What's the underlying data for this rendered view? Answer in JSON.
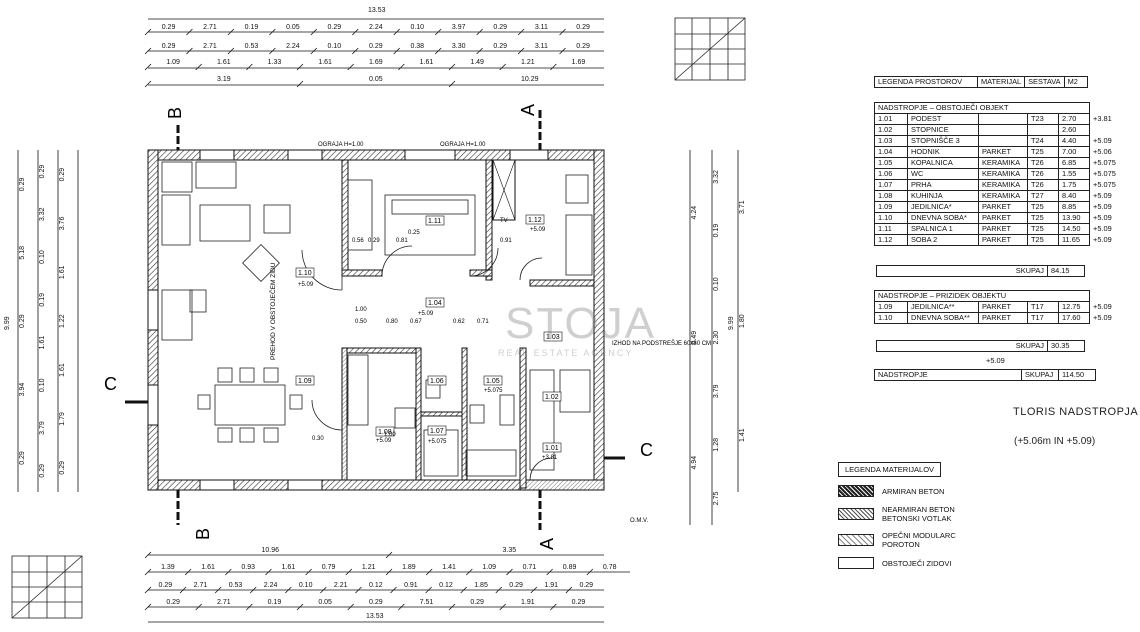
{
  "top_dims": {
    "overall": "13.53",
    "row1": [
      "0.29",
      "2.71",
      "0.19",
      "0.05",
      "0.29",
      "2.24",
      "0.10",
      "3.97",
      "0.29",
      "3.11",
      "0.29"
    ],
    "row2": [
      "0.29",
      "2.71",
      "0.53",
      "2.24",
      "0.10",
      "0.29",
      "0.38",
      "3.30",
      "0.29",
      "3.11",
      "0.29"
    ],
    "row3": [
      "1.09",
      "1.61",
      "1.33",
      "1.61",
      "1.69",
      "1.61",
      "1.49",
      "1.21",
      "1.69"
    ],
    "row4": [
      "3.19",
      "0.05",
      "10.29"
    ]
  },
  "bottom_dims": {
    "row1": [
      "10.96",
      "3.35"
    ],
    "row2": [
      "1.39",
      "1.61",
      "0.93",
      "1.61",
      "0.79",
      "1.21",
      "1.89",
      "1.41",
      "1.09",
      "0.71",
      "0.89",
      "0.78"
    ],
    "row3": [
      "0.29",
      "2.71",
      "0.53",
      "2.24",
      "0.10",
      "2.21",
      "0.12",
      "0.91",
      "0.12",
      "1.85",
      "0.29",
      "1.91",
      "0.29"
    ],
    "row4": [
      "0.29",
      "2.71",
      "0.19",
      "0.05",
      "0.29",
      "7.51",
      "0.29",
      "1.91",
      "0.29"
    ],
    "overall": "13.53"
  },
  "left_dims": {
    "col1": [
      "0.29",
      "5.18",
      "0.29",
      "3.94",
      "0.29"
    ],
    "col2": [
      "0.29",
      "3.32",
      "0.10",
      "0.19",
      "1.61",
      "0.10",
      "3.79",
      "0.29"
    ],
    "col3": [
      "0.29",
      "3.76",
      "1.61",
      "1.22",
      "1.61",
      "1.79",
      "0.29"
    ],
    "overall": "9.99"
  },
  "right_dims": {
    "col1": [
      "4.24",
      "0.49",
      "4.94"
    ],
    "col2": [
      "3.32",
      "0.19",
      "0.10",
      "2.30",
      "3.79",
      "1.28",
      "2.75"
    ],
    "col3": [
      "3.71",
      "1.80",
      "1.41"
    ],
    "overall": "9.99"
  },
  "section_marks": {
    "a": "A",
    "b": "B",
    "c": "C"
  },
  "rooms": [
    {
      "code": "1.10"
    },
    {
      "code": "1.09"
    },
    {
      "code": "1.11"
    },
    {
      "code": "1.12"
    },
    {
      "code": "1.04"
    },
    {
      "code": "1.08"
    },
    {
      "code": "1.06"
    },
    {
      "code": "1.05"
    },
    {
      "code": "1.07"
    },
    {
      "code": "1.02"
    },
    {
      "code": "1.01"
    },
    {
      "code": "1.03"
    }
  ],
  "plan_labels": {
    "ograja_1": "OGRAJA H=1.00",
    "ograja_2": "OGRAJA H=1.00",
    "vertical_note": "PREHOD V OBSTOJEČEM ZIDU",
    "izhod": "IZHOD NA PODSTREŠJE 60x80 CM",
    "omv": "O.M.V.",
    "level": "+5.09",
    "level_b": "+5.075",
    "level_c": "+3.81",
    "tv": "TV",
    "wall_dims": [
      "0.56",
      "0.29",
      "0.81",
      "0.25",
      "0.91",
      "0.80",
      "0.67",
      "0.62",
      "0.71",
      "1.00",
      "0.50",
      "1.00",
      "0.30"
    ]
  },
  "room_table": {
    "headers": [
      "LEGENDA PROSTOROV",
      "MATERIJAL",
      "SESTAVA",
      "M2"
    ],
    "group1_title": "NADSTROPJE – OBSTOJEČI OBJEKT",
    "group1": [
      [
        "1.01",
        "PODEST",
        "",
        "T23",
        "2.70",
        "+3.81"
      ],
      [
        "1.02",
        "STOPNICE",
        "",
        "",
        "2.60",
        ""
      ],
      [
        "1.03",
        "STOPNIŠČE 3",
        "",
        "T24",
        "4.40",
        "+5.09"
      ],
      [
        "1.04",
        "HODNIK",
        "PARKET",
        "T25",
        "7.00",
        "+5.06"
      ],
      [
        "1.05",
        "KOPALNICA",
        "KERAMIKA",
        "T26",
        "6.85",
        "+5.075"
      ],
      [
        "1.06",
        "WC",
        "KERAMIKA",
        "T26",
        "1.55",
        "+5.075"
      ],
      [
        "1.07",
        "PRHA",
        "KERAMIKA",
        "T26",
        "1.75",
        "+5.075"
      ],
      [
        "1.08",
        "KUHINJA",
        "KERAMIKA",
        "T27",
        "8.40",
        "+5.09"
      ],
      [
        "1.09",
        "JEDILNICA*",
        "PARKET",
        "T25",
        "8.85",
        "+5.09"
      ],
      [
        "1.10",
        "DNEVNA SOBA*",
        "PARKET",
        "T25",
        "13.90",
        "+5.09"
      ],
      [
        "1.11",
        "SPALNICA 1",
        "PARKET",
        "T25",
        "14.50",
        "+5.09"
      ],
      [
        "1.12",
        "SOBA 2",
        "PARKET",
        "T25",
        "11.65",
        "+5.09"
      ]
    ],
    "skupaj1_label": "SKUPAJ",
    "skupaj1_value": "84.15",
    "group2_title": "NADSTROPJE – PRIZIDEK OBJEKTU",
    "group2": [
      [
        "1.09",
        "JEDILNICA**",
        "PARKET",
        "T17",
        "12.75",
        "+5.09"
      ],
      [
        "1.10",
        "DNEVNA SOBA**",
        "PARKET",
        "T17",
        "17.60",
        "+5.09"
      ]
    ],
    "skupaj2_label": "SKUPAJ",
    "skupaj2_value": "30.35",
    "level_note": "+5.09",
    "total_label": "NADSTROPJE",
    "total_skupaj": "SKUPAJ",
    "total_value": "114.50"
  },
  "drawing_title": "TLORIS NADSTROPJA",
  "drawing_subtitle": "(+5.06m IN +5.09)",
  "material_legend": {
    "title": "LEGENDA MATERIJALOV",
    "items": [
      {
        "label": "ARMIRAN BETON",
        "swatch": "armiran"
      },
      {
        "label": "NEARMIRAN BETON\nBETONSKI VOTLAK",
        "swatch": "nearmiran"
      },
      {
        "label": "OPEČNI MODULARC\nPOROTON",
        "swatch": "opecni"
      },
      {
        "label": "OBSTOJEČI ZIDOVI",
        "swatch": "obstojeci"
      }
    ]
  },
  "watermark": {
    "text": "STOJA",
    "sub": "REAL ESTATE AGENCY"
  },
  "colors": {
    "line": "#1a1a1a",
    "hatch": "#444444",
    "paper": "#ffffff"
  }
}
